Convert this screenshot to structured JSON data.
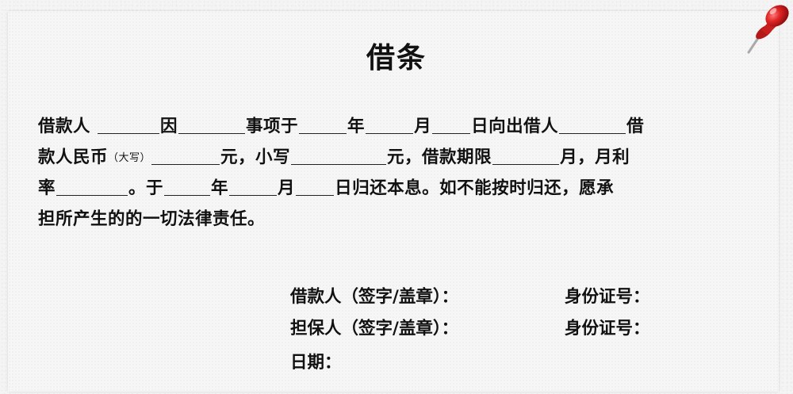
{
  "document": {
    "title": "借条",
    "body": {
      "l1_borrower": "借款人",
      "l1_reason": "因",
      "l1_matter": "事项于",
      "l1_year": "年",
      "l1_month": "月",
      "l1_day_lender": "日向出借人",
      "l1_tail": "借",
      "l2_rmb": "款人民币",
      "l2_note": "（大写）",
      "l2_yuan_small": "元，小写",
      "l2_yuan_term": "元，借款期限",
      "l2_month_rate": "月，月利",
      "l3_rate": "率",
      "l3_yu": "。于",
      "l3_year": "年",
      "l3_month": "月",
      "l3_return": "日归还本息。如不能按时归还，愿承",
      "l4_liability": "担所产生的的一切法律责任。"
    },
    "signatures": {
      "borrower_label": "借款人（签字/盖章）：",
      "borrower_id_label": "身份证号：",
      "guarantor_label": "担保人（签字/盖章）：",
      "guarantor_id_label": "身份证号：",
      "date_label": "日期："
    }
  },
  "decor": {
    "pin_icon": "red-pushpin-icon",
    "pin_color": "#e02424"
  }
}
